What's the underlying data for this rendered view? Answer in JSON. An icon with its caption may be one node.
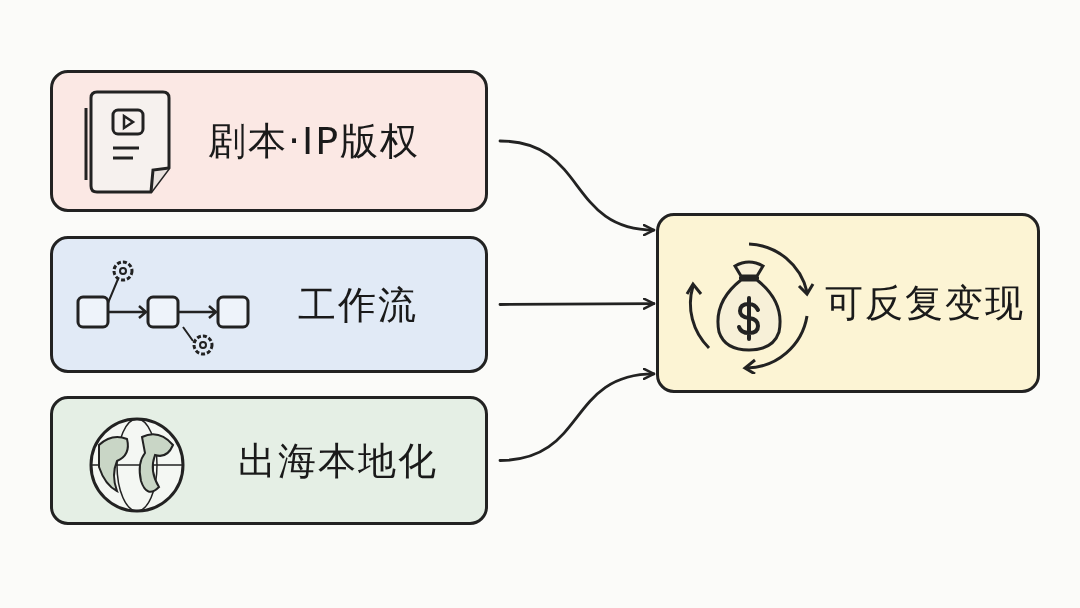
{
  "diagram": {
    "nodes": [
      {
        "text": [
          "剧本·IP版权"
        ]
      },
      {
        "text": [
          "工作流"
        ]
      },
      {
        "text": [
          "出海本地化"
        ]
      },
      {
        "text": [
          "可反复变现"
        ]
      }
    ],
    "edges": [
      {
        "from": 0,
        "to": 3,
        "arrow": "to"
      },
      {
        "from": 1,
        "to": 3,
        "arrow": "to"
      },
      {
        "from": 2,
        "to": 3,
        "arrow": "to"
      }
    ]
  }
}
